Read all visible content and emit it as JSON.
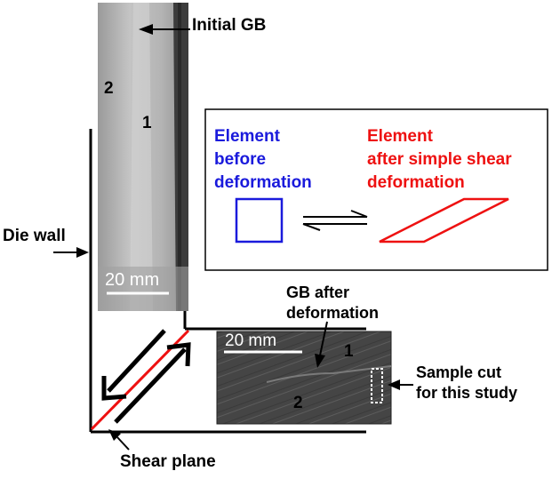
{
  "labels": {
    "initial_gb": "Initial GB",
    "die_wall": "Die wall",
    "shear_plane": "Shear plane",
    "gb_after_line1": "GB after",
    "gb_after_line2": "deformation",
    "sample_cut_line1": "Sample cut",
    "sample_cut_line2": "for this study",
    "grain_1_top": "1",
    "grain_2_top": "2",
    "grain_1_bottom": "1",
    "grain_2_bottom": "2",
    "scale_top": "20 mm",
    "scale_bottom": "20 mm"
  },
  "inset": {
    "before_line1": "Element",
    "before_line2": "before",
    "before_line3": "deformation",
    "after_line1": "Element",
    "after_line2": "after simple shear",
    "after_line3": "deformation"
  },
  "colors": {
    "before": "#1a1adc",
    "after": "#ee1111",
    "shear_plane": "#ee1111",
    "outline": "#000000"
  }
}
